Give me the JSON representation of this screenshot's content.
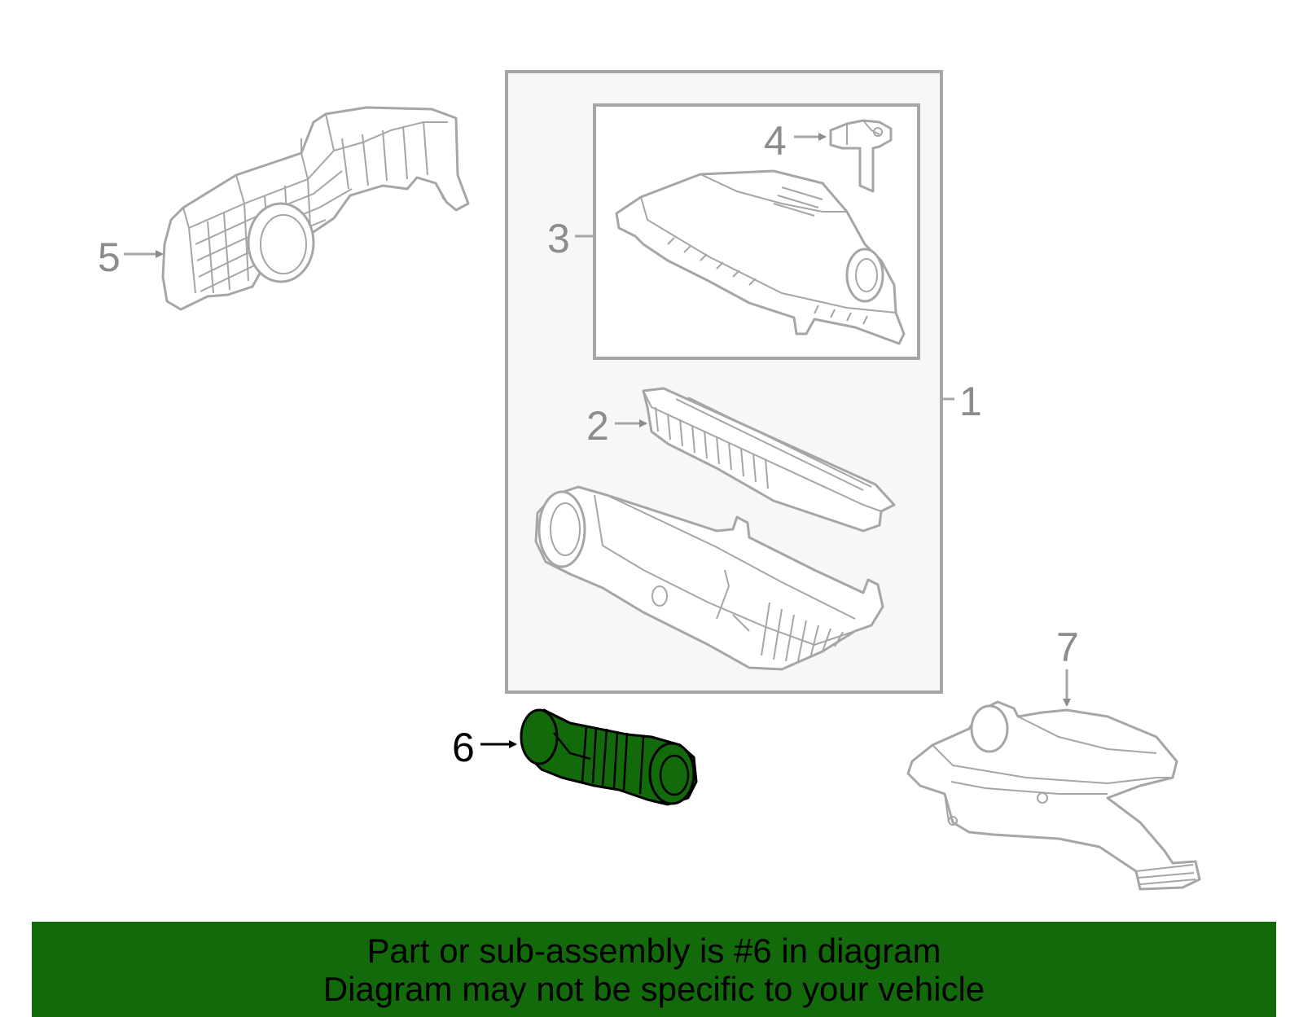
{
  "callouts": {
    "c1": "1",
    "c2": "2",
    "c3": "3",
    "c4": "4",
    "c5": "5",
    "c6": "6",
    "c7": "7"
  },
  "highlight": {
    "part": "6",
    "color": "#136a0b"
  },
  "banner": {
    "line1": "Part or sub-assembly is #6 in diagram",
    "line2": "Diagram may not be specific to your vehicle",
    "background": "#136a0b"
  }
}
